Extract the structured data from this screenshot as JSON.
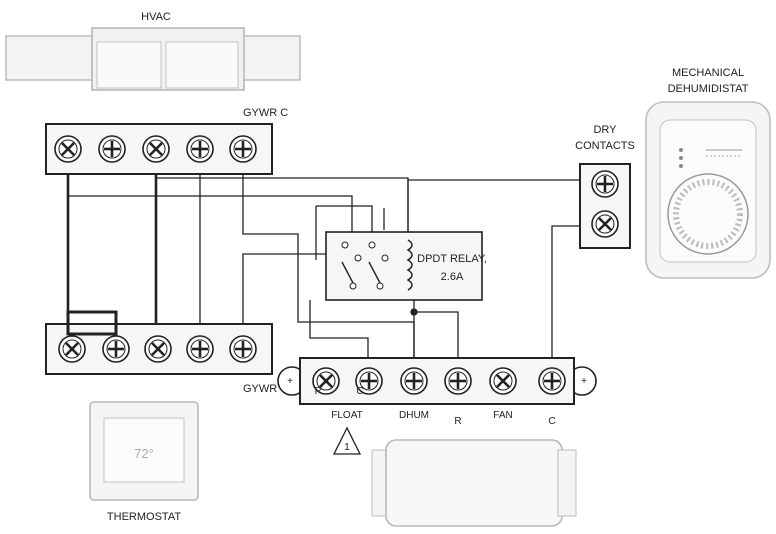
{
  "labels": {
    "hvac": "HVAC",
    "gywrc_top": "GYWR C",
    "gywr_bottom": "GYWR",
    "mech_line1": "MECHANICAL",
    "mech_line2": "DEHUMIDISTAT",
    "dry_line1": "DRY",
    "dry_line2": "CONTACTS",
    "relay_line1": "DPDT RELAY,",
    "relay_line2": "2.6A",
    "thermostat": "THERMOSTAT",
    "thermostat_display": "72°",
    "warning_num": "1",
    "term_p": "P",
    "term_c": "C",
    "plus_left": "+",
    "plus_right": "+"
  },
  "dehum_terminals": [
    "FLOAT",
    "DHUM",
    "R",
    "FAN",
    "C"
  ],
  "colors": {
    "line": "#222222",
    "panel_fill": "#f6f6f6",
    "device_fill": "#f2f2f2",
    "device_stroke": "#b8b8b8"
  }
}
